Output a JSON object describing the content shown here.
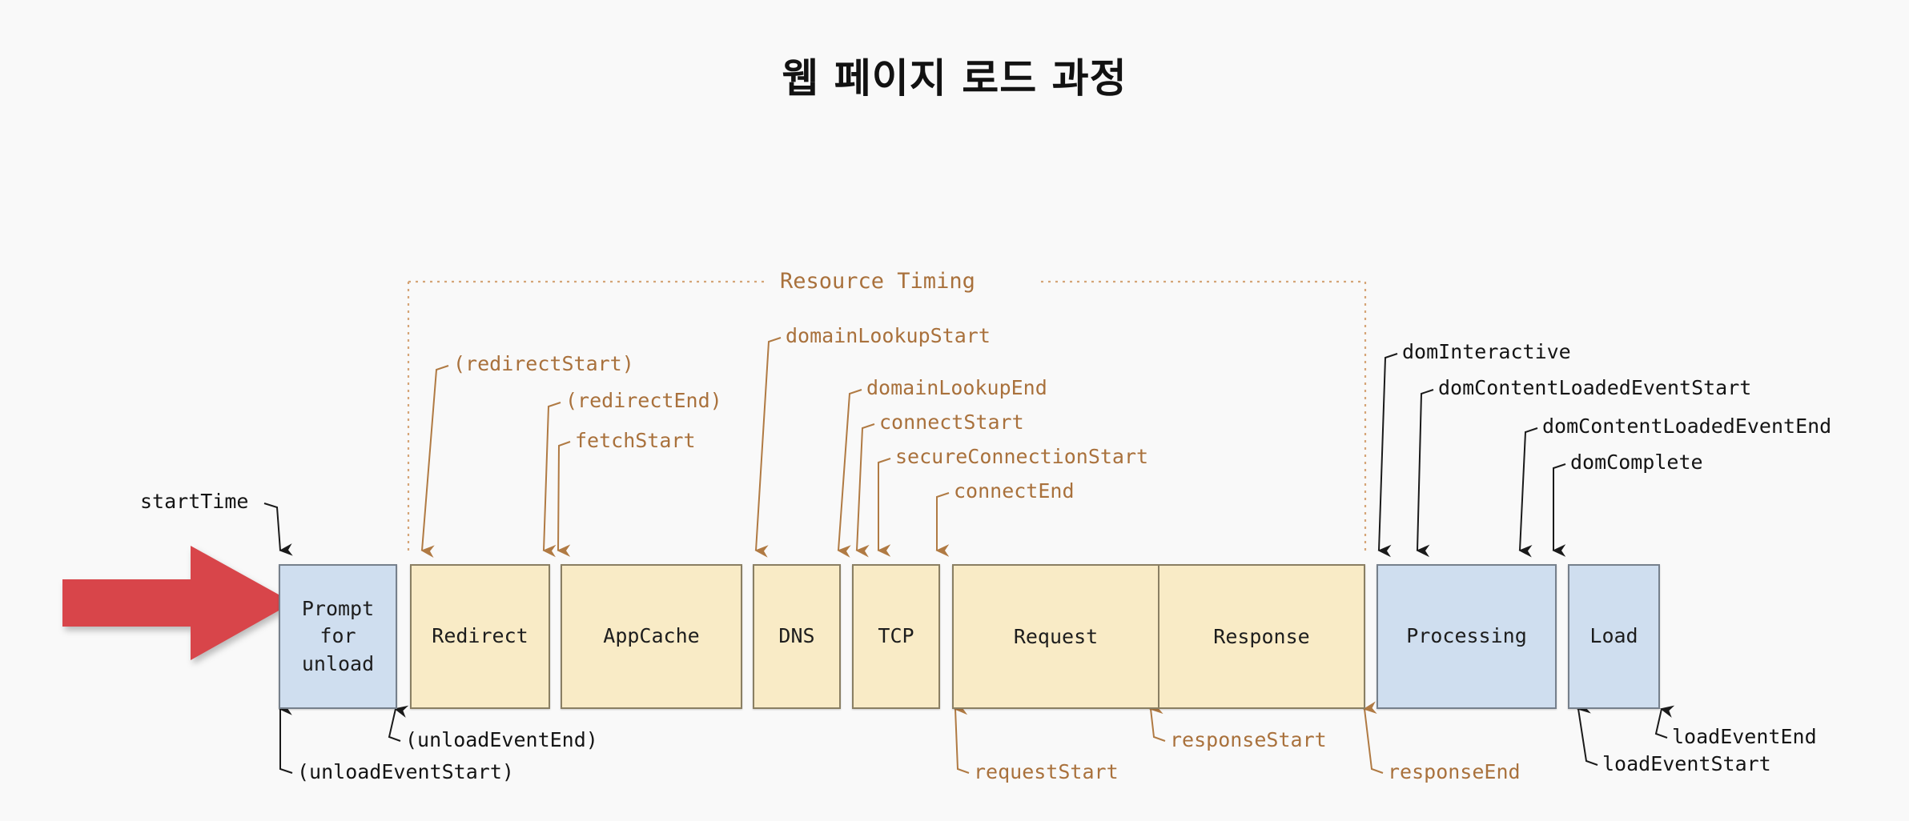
{
  "title": "웹 페이지 로드 과정",
  "colors": {
    "background": "#f9f9f9",
    "brown_label": "#a9713c",
    "black_label": "#141414",
    "blue_phase": "#cfdeef",
    "yellow_phase": "#f9ebc6",
    "red_arrow": "#d8454a",
    "box_border": "#7b7b78"
  },
  "resource_timing": {
    "label": "Resource Timing"
  },
  "phases": [
    {
      "id": "prompt-for-unload",
      "label": "Prompt\nfor\nunload",
      "line1": "Prompt",
      "line2": "for",
      "line3": "unload",
      "color": "blue"
    },
    {
      "id": "redirect",
      "label": "Redirect",
      "color": "yellow"
    },
    {
      "id": "appcache",
      "label": "AppCache",
      "color": "yellow"
    },
    {
      "id": "dns",
      "label": "DNS",
      "color": "yellow"
    },
    {
      "id": "tcp",
      "label": "TCP",
      "color": "yellow"
    },
    {
      "id": "request",
      "label": "Request",
      "color": "yellow"
    },
    {
      "id": "response",
      "label": "Response",
      "color": "yellow"
    },
    {
      "id": "processing",
      "label": "Processing",
      "color": "blue"
    },
    {
      "id": "load",
      "label": "Load",
      "color": "blue"
    }
  ],
  "markers_top": [
    {
      "id": "start-time",
      "label": "startTime",
      "color": "black"
    },
    {
      "id": "redirect-start",
      "label": "(redirectStart)",
      "color": "brown"
    },
    {
      "id": "redirect-end",
      "label": "(redirectEnd)",
      "color": "brown"
    },
    {
      "id": "fetch-start",
      "label": "fetchStart",
      "color": "brown"
    },
    {
      "id": "domain-lookup-start",
      "label": "domainLookupStart",
      "color": "brown"
    },
    {
      "id": "domain-lookup-end",
      "label": "domainLookupEnd",
      "color": "brown"
    },
    {
      "id": "connect-start",
      "label": "connectStart",
      "color": "brown"
    },
    {
      "id": "secure-connection-start",
      "label": "secureConnectionStart",
      "color": "brown"
    },
    {
      "id": "connect-end",
      "label": "connectEnd",
      "color": "brown"
    },
    {
      "id": "dom-interactive",
      "label": "domInteractive",
      "color": "black"
    },
    {
      "id": "dom-content-loaded-event-start",
      "label": "domContentLoadedEventStart",
      "color": "black"
    },
    {
      "id": "dom-content-loaded-event-end",
      "label": "domContentLoadedEventEnd",
      "color": "black"
    },
    {
      "id": "dom-complete",
      "label": "domComplete",
      "color": "black"
    }
  ],
  "markers_bottom": [
    {
      "id": "unload-event-start",
      "label": "(unloadEventStart)",
      "color": "black"
    },
    {
      "id": "unload-event-end",
      "label": "(unloadEventEnd)",
      "color": "black"
    },
    {
      "id": "request-start",
      "label": "requestStart",
      "color": "brown"
    },
    {
      "id": "response-start",
      "label": "responseStart",
      "color": "brown"
    },
    {
      "id": "response-end",
      "label": "responseEnd",
      "color": "brown"
    },
    {
      "id": "load-event-start",
      "label": "loadEventStart",
      "color": "black"
    },
    {
      "id": "load-event-end",
      "label": "loadEventEnd",
      "color": "black"
    }
  ]
}
